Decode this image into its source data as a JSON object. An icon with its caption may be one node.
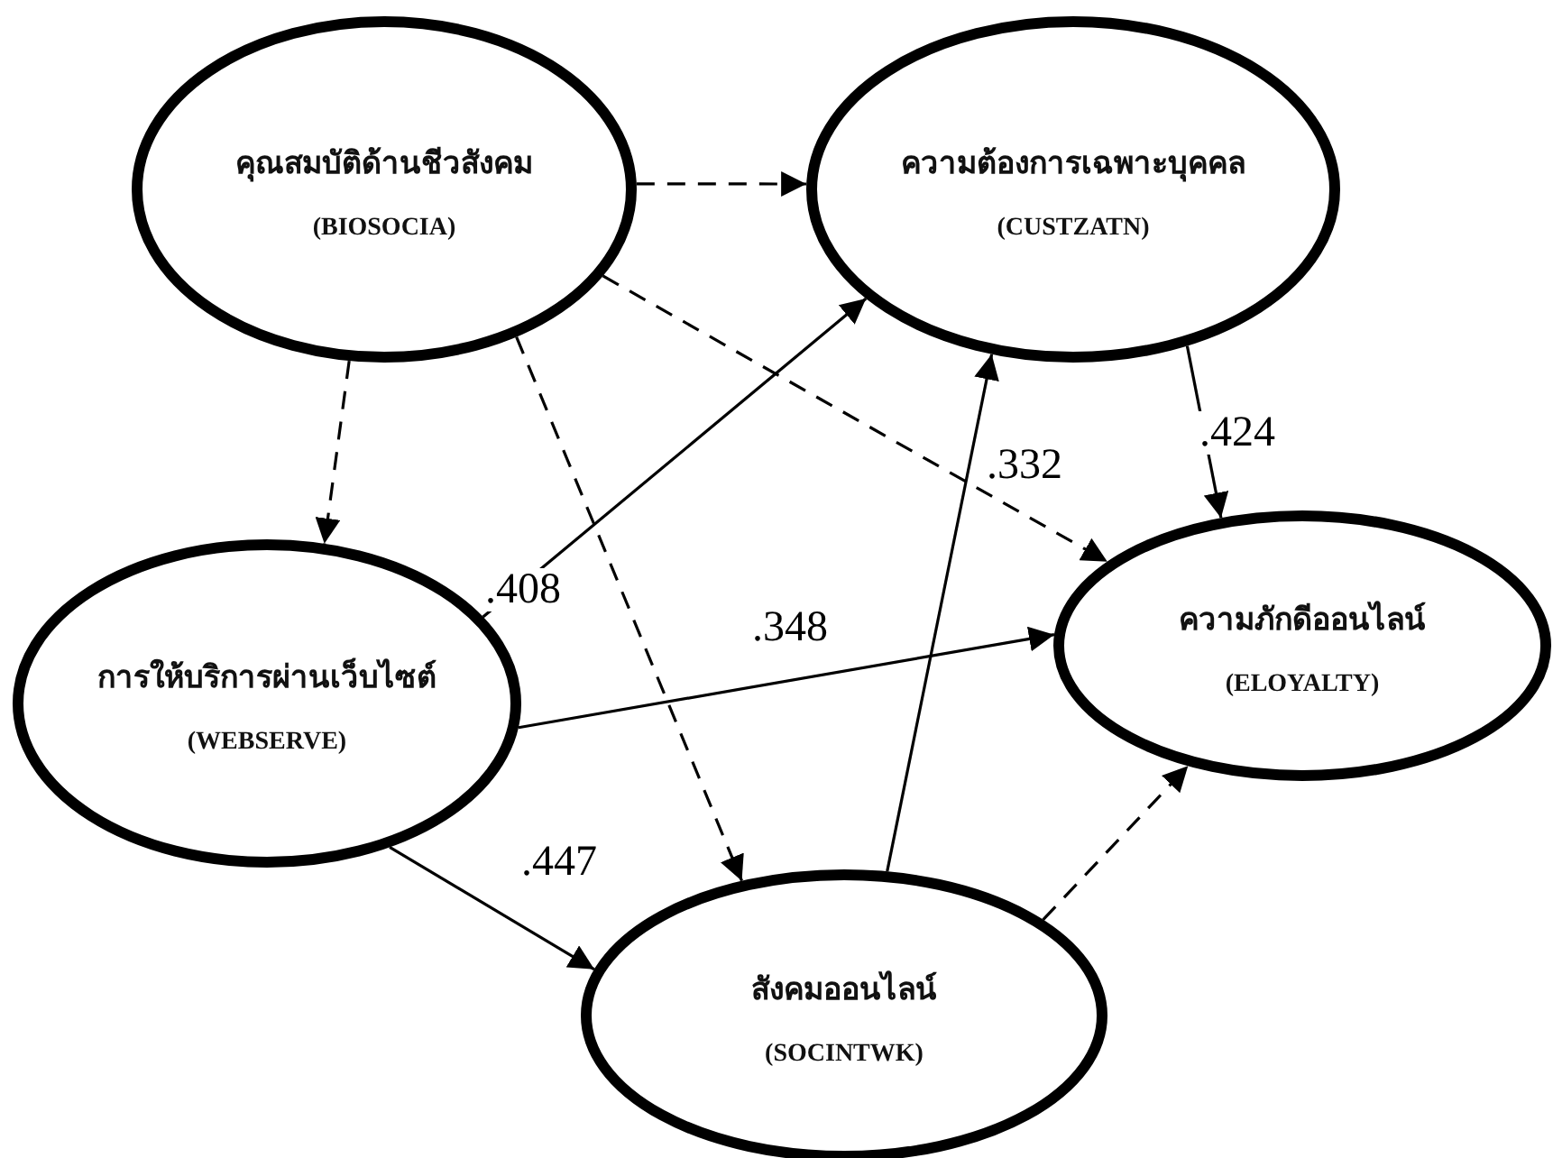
{
  "diagram": {
    "nodes": [
      {
        "text": [
          "คุณสมบัติด้านชีวสังคม",
          "(BIOSOCIA)"
        ]
      },
      {
        "text": [
          "ความต้องการเฉพาะบุคคล",
          "(CUSTZATN)"
        ]
      },
      {
        "text": [
          "การให้บริการผ่านเว็บไซต์",
          "(WEBSERVE)"
        ]
      },
      {
        "text": [
          "ความภักดีออนไลน์",
          "(ELOYALTY)"
        ]
      },
      {
        "text": [
          "สังคมออนไลน์",
          "(SOCINTWK)"
        ]
      }
    ],
    "edges": [
      {
        "from": 0,
        "to": 1,
        "arrow": "to",
        "style": "dashed"
      },
      {
        "from": 0,
        "to": 2,
        "arrow": "to",
        "style": "dashed"
      },
      {
        "from": 0,
        "to": 4,
        "arrow": "to",
        "style": "dashed"
      },
      {
        "from": 0,
        "to": 3,
        "arrow": "to",
        "style": "dashed"
      },
      {
        "from": 2,
        "to": 1,
        "arrow": "to",
        "label": ".408"
      },
      {
        "from": 2,
        "to": 3,
        "arrow": "to",
        "label": ".348"
      },
      {
        "from": 2,
        "to": 4,
        "arrow": "to",
        "label": ".447"
      },
      {
        "from": 4,
        "to": 1,
        "arrow": "to",
        "label": ".332"
      },
      {
        "from": 1,
        "to": 3,
        "arrow": "to",
        "label": ".424"
      },
      {
        "from": 4,
        "to": 3,
        "arrow": "to",
        "style": "dashed"
      }
    ]
  }
}
